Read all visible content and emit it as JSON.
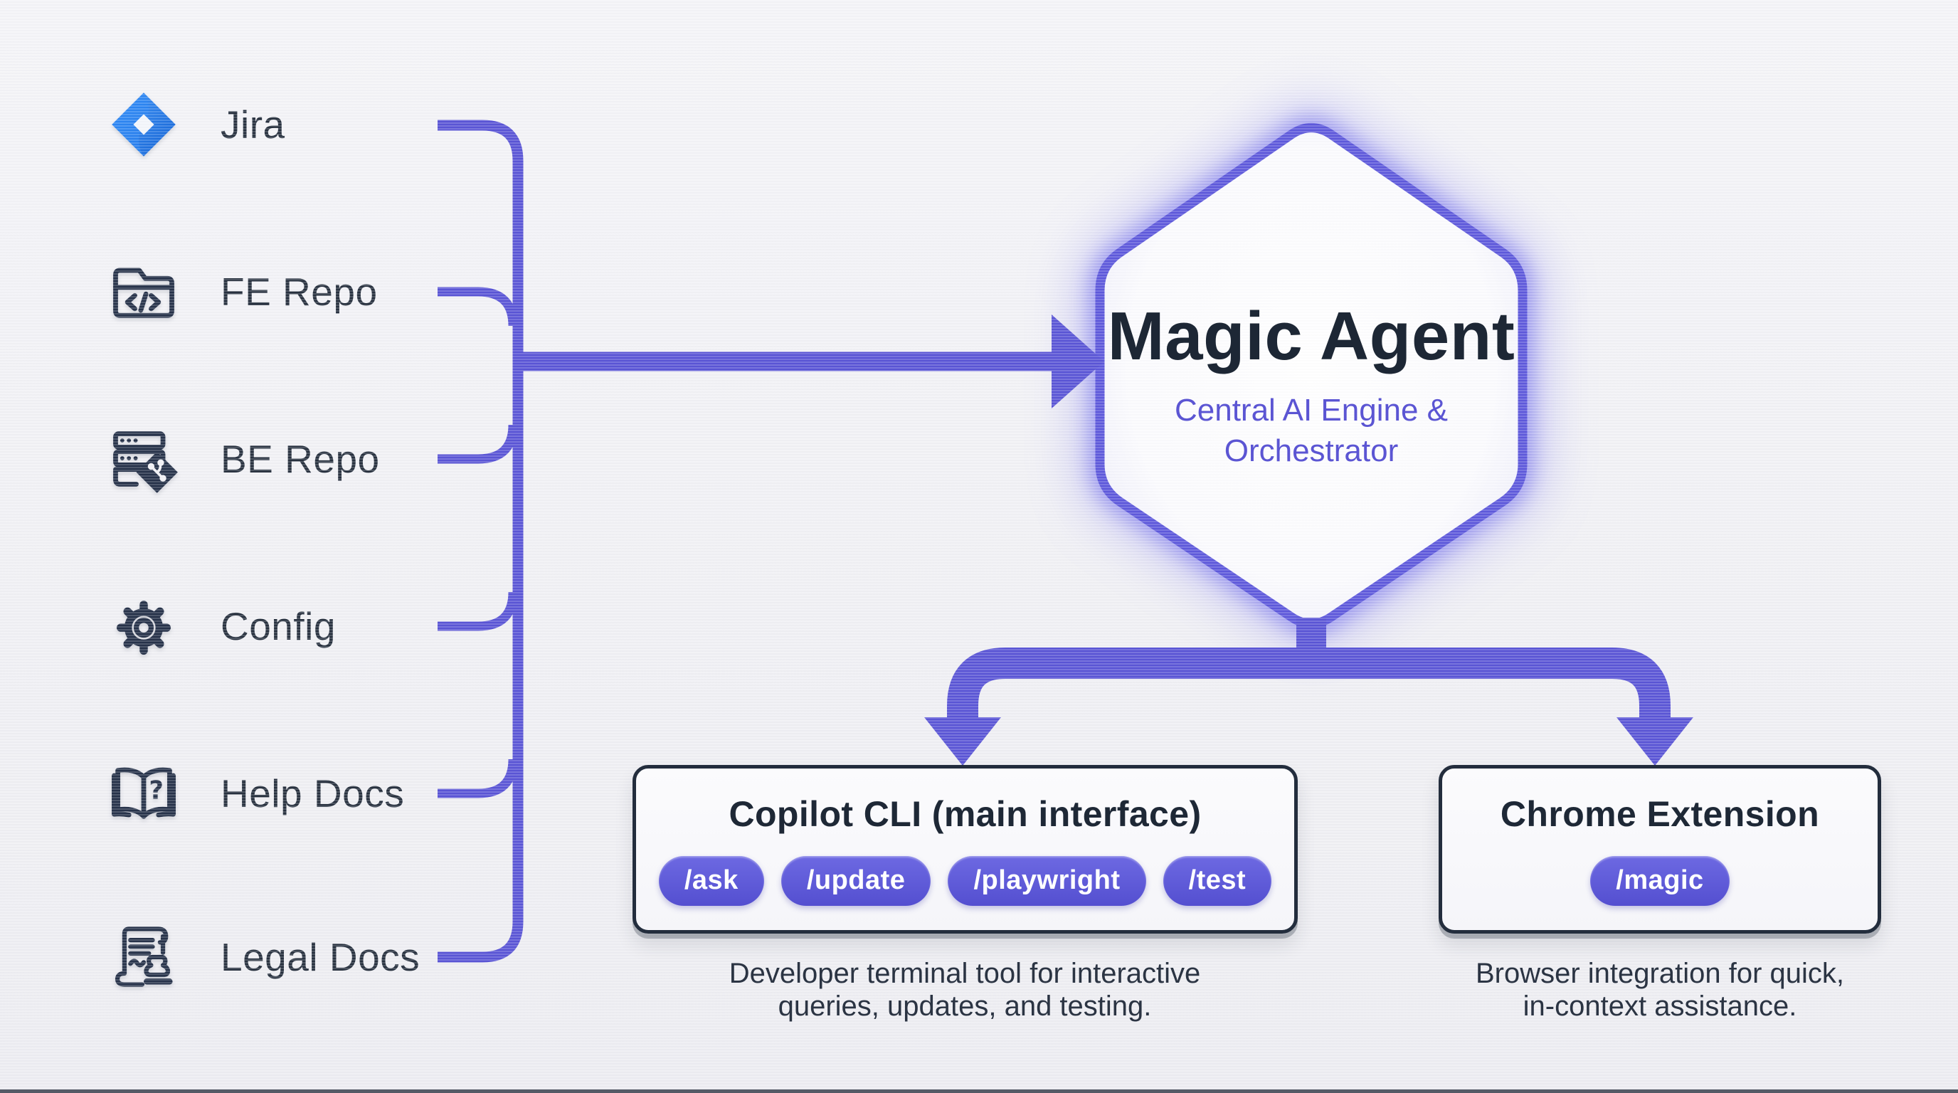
{
  "sources": [
    {
      "id": "jira",
      "label": "Jira",
      "icon": "jira-logo-icon"
    },
    {
      "id": "fe-repo",
      "label": "FE Repo",
      "icon": "code-folder-icon"
    },
    {
      "id": "be-repo",
      "label": "BE Repo",
      "icon": "server-git-icon"
    },
    {
      "id": "config",
      "label": "Config",
      "icon": "gear-icon"
    },
    {
      "id": "help-docs",
      "label": "Help Docs",
      "icon": "help-book-icon"
    },
    {
      "id": "legal-docs",
      "label": "Legal Docs",
      "icon": "legal-stamp-icon"
    }
  ],
  "hexagon": {
    "title": "Magic Agent",
    "subtitle_lines": [
      "Central AI Engine &",
      "Orchestrator"
    ]
  },
  "boxes": {
    "cli": {
      "title": "Copilot CLI (main interface)",
      "pills": [
        "/ask",
        "/update",
        "/playwright",
        "/test"
      ],
      "description_lines": [
        "Developer terminal tool for interactive",
        "queries, updates, and testing."
      ]
    },
    "chrome": {
      "title": "Chrome Extension",
      "pills": [
        "/magic"
      ],
      "description_lines": [
        "Browser integration for quick,",
        "in-context assistance."
      ]
    }
  },
  "colors": {
    "connector_purple": "#5a55d6",
    "hexagon_stroke": "#5e59dc",
    "hexagon_glow": "#9a97ef",
    "pill_background": "#5b56d8",
    "dark_text": "#1d2735",
    "subtitle_indigo": "#5b55d3",
    "box_border": "#232d3d",
    "background": "#f1f1f5"
  }
}
